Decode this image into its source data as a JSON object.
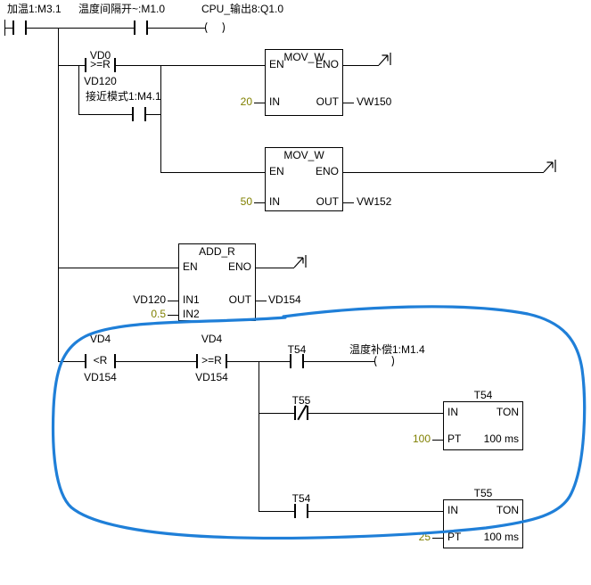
{
  "colors": {
    "wire": "#000000",
    "constant": "#808000",
    "annotation_blue": "#1f7fd8",
    "background": "#ffffff"
  },
  "rung1": {
    "contact_m31": "加温1:M3.1",
    "contact_m10": "温度间隔开~:M1.0",
    "coil_q10": "CPU_输出8:Q1.0"
  },
  "cmp_vd0": {
    "operand1": "VD0",
    "operator": ">=R",
    "operand2": "VD120"
  },
  "contact_m41": "接近模式1:M4.1",
  "mov1": {
    "title": "MOV_W",
    "en": "EN",
    "eno": "ENO",
    "in": "IN",
    "out": "OUT",
    "in_value": "20",
    "out_operand": "VW150"
  },
  "mov2": {
    "title": "MOV_W",
    "en": "EN",
    "eno": "ENO",
    "in": "IN",
    "out": "OUT",
    "in_value": "50",
    "out_operand": "VW152"
  },
  "add": {
    "title": "ADD_R",
    "en": "EN",
    "eno": "ENO",
    "in1": "IN1",
    "in2": "IN2",
    "out": "OUT",
    "in1_operand": "VD120",
    "in2_value": "0.5",
    "out_operand": "VD154"
  },
  "cmp_lt": {
    "operand1": "VD4",
    "operator": "<R",
    "operand2": "VD154"
  },
  "cmp_ge": {
    "operand1": "VD4",
    "operator": ">=R",
    "operand2": "VD154"
  },
  "contact_t54_seal": "T54",
  "coil_m14": "温度补偿1:M1.4",
  "contact_t55_nc": "T55",
  "ton1": {
    "title": "T54",
    "in": "IN",
    "type": "TON",
    "pt": "PT",
    "pt_value": "100",
    "base": "100 ms"
  },
  "contact_t54_trig": "T54",
  "ton2": {
    "title": "T55",
    "in": "IN",
    "type": "TON",
    "pt": "PT",
    "pt_value": "25",
    "base": "100 ms"
  }
}
